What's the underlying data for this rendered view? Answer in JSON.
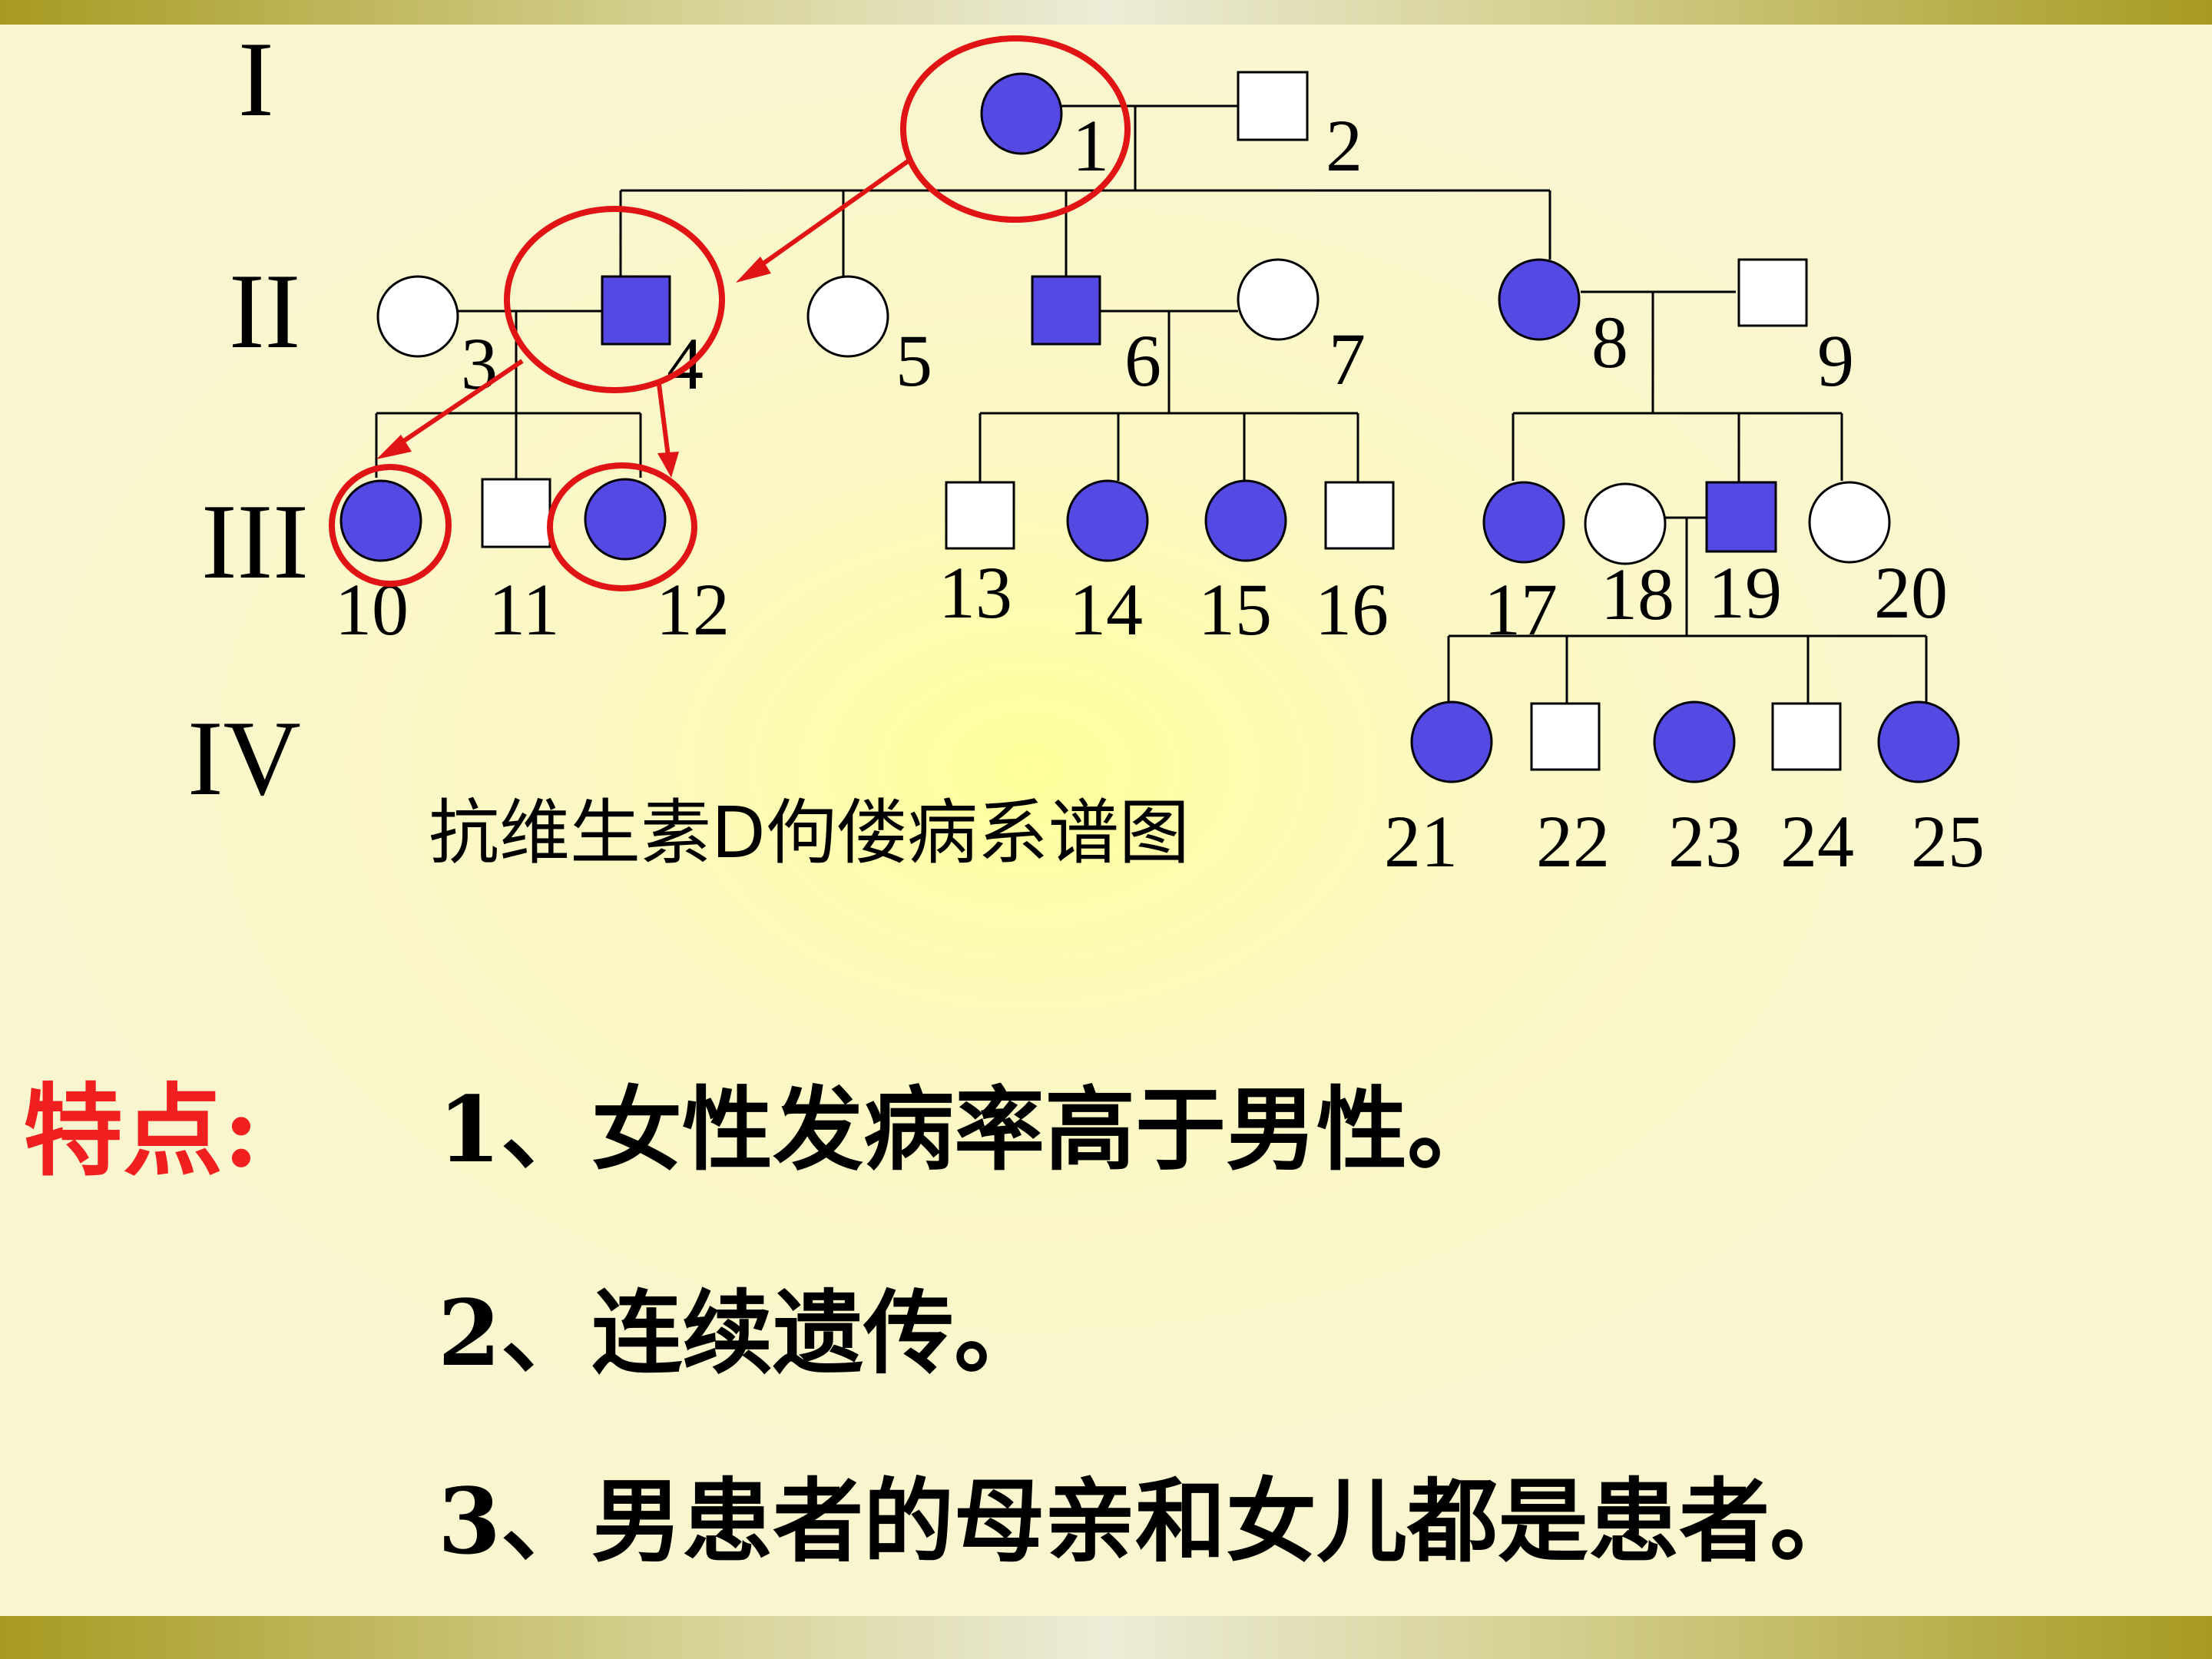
{
  "generations": [
    "I",
    "II",
    "III",
    "IV"
  ],
  "individuals": [
    {
      "id": "1",
      "sex": "female",
      "affected": true
    },
    {
      "id": "2",
      "sex": "male",
      "affected": false
    },
    {
      "id": "3",
      "sex": "female",
      "affected": false
    },
    {
      "id": "4",
      "sex": "male",
      "affected": true
    },
    {
      "id": "5",
      "sex": "female",
      "affected": false
    },
    {
      "id": "6",
      "sex": "male",
      "affected": true
    },
    {
      "id": "7",
      "sex": "female",
      "affected": false
    },
    {
      "id": "8",
      "sex": "female",
      "affected": true
    },
    {
      "id": "9",
      "sex": "male",
      "affected": false
    },
    {
      "id": "10",
      "sex": "female",
      "affected": true
    },
    {
      "id": "11",
      "sex": "male",
      "affected": false
    },
    {
      "id": "12",
      "sex": "female",
      "affected": true
    },
    {
      "id": "13",
      "sex": "male",
      "affected": false
    },
    {
      "id": "14",
      "sex": "female",
      "affected": true
    },
    {
      "id": "15",
      "sex": "female",
      "affected": true
    },
    {
      "id": "16",
      "sex": "male",
      "affected": false
    },
    {
      "id": "17",
      "sex": "female",
      "affected": true
    },
    {
      "id": "18",
      "sex": "female",
      "affected": false
    },
    {
      "id": "19",
      "sex": "male",
      "affected": true
    },
    {
      "id": "20",
      "sex": "female",
      "affected": false
    },
    {
      "id": "21",
      "sex": "female",
      "affected": true
    },
    {
      "id": "22",
      "sex": "male",
      "affected": false
    },
    {
      "id": "23",
      "sex": "female",
      "affected": true
    },
    {
      "id": "24",
      "sex": "male",
      "affected": false
    },
    {
      "id": "25",
      "sex": "female",
      "affected": true
    }
  ],
  "caption": "抗维生素D佝偻病系谱图",
  "features": {
    "title": "特点:",
    "items": [
      "1、女性发病率高于男性。",
      "2、连续遗传。",
      "3、男患者的母亲和女儿都是患者。"
    ]
  },
  "colors": {
    "affected": "#5549e4",
    "highlight": "#e01414",
    "feature_title": "#f02020"
  }
}
